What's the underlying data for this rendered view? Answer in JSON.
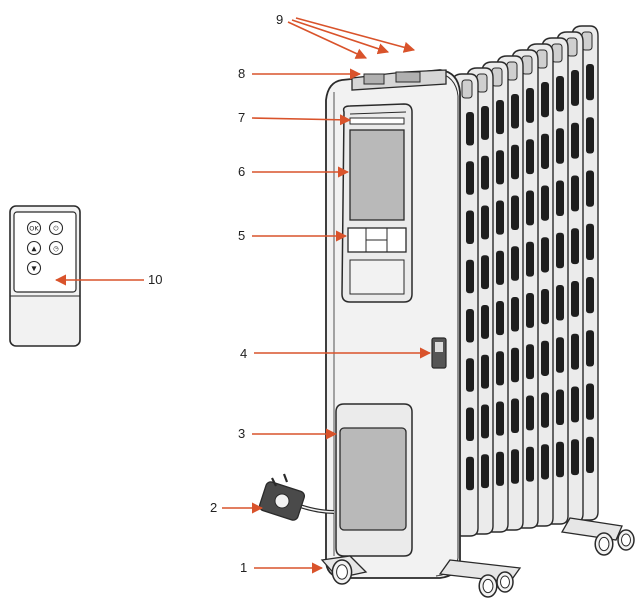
{
  "colors": {
    "outline": "#2a2a2a",
    "body_fill": "#f2f2f2",
    "fin_fill": "#ebebeb",
    "slot_fill": "#1e1e1e",
    "panel_fill": "#b9b9b9",
    "arrow": "#d9532b"
  },
  "callouts": [
    {
      "id": "1",
      "label": "1"
    },
    {
      "id": "2",
      "label": "2"
    },
    {
      "id": "3",
      "label": "3"
    },
    {
      "id": "4",
      "label": "4"
    },
    {
      "id": "5",
      "label": "5"
    },
    {
      "id": "6",
      "label": "6"
    },
    {
      "id": "7",
      "label": "7"
    },
    {
      "id": "8",
      "label": "8"
    },
    {
      "id": "9",
      "label": "9"
    },
    {
      "id": "10",
      "label": "10"
    }
  ],
  "remote": {
    "buttons": [
      {
        "name": "ok-button-icon",
        "glyph": "OK"
      },
      {
        "name": "power-button-icon",
        "glyph": "⏻"
      },
      {
        "name": "up-button-icon",
        "glyph": "▲"
      },
      {
        "name": "timer-button-icon",
        "glyph": "◷"
      },
      {
        "name": "down-button-icon",
        "glyph": "▼"
      }
    ]
  }
}
